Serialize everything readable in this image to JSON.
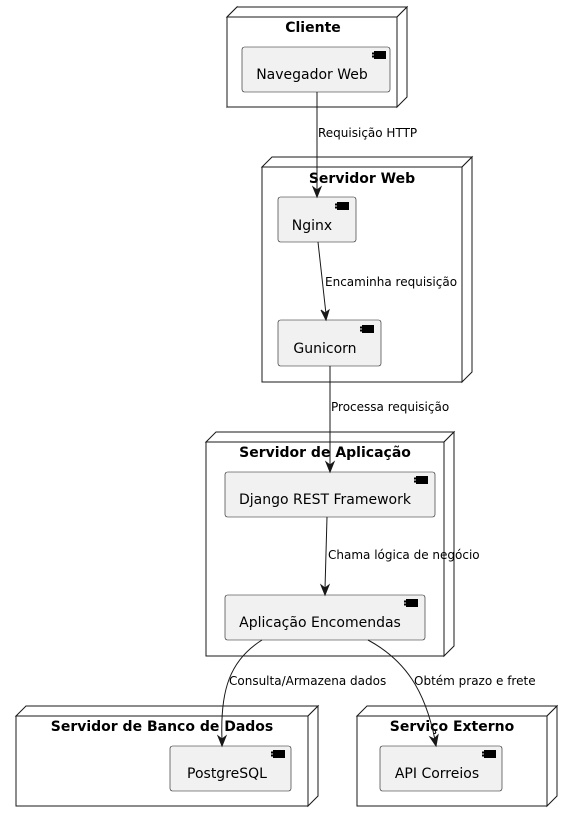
{
  "nodes": {
    "cliente": {
      "title": "Cliente"
    },
    "servidor_web": {
      "title": "Servidor Web"
    },
    "servidor_aplicacao": {
      "title": "Servidor de Aplicação"
    },
    "servidor_banco": {
      "title": "Servidor de Banco de Dados"
    },
    "servico_externo": {
      "title": "Serviço Externo"
    }
  },
  "components": {
    "navegador": "Navegador Web",
    "nginx": "Nginx",
    "gunicorn": "Gunicorn",
    "django": "Django REST Framework",
    "aplicacao": "Aplicação Encomendas",
    "postgres": "PostgreSQL",
    "correios": "API Correios"
  },
  "edges": {
    "http": "Requisição HTTP",
    "encaminha": "Encaminha requisição",
    "processa": "Processa requisição",
    "chama": "Chama lógica de negócio",
    "consulta": "Consulta/Armazena dados",
    "obtem": "Obtém prazo e frete"
  },
  "colors": {
    "component_fill": "#f1f1f1",
    "stroke": "#181818",
    "background": "#ffffff"
  }
}
